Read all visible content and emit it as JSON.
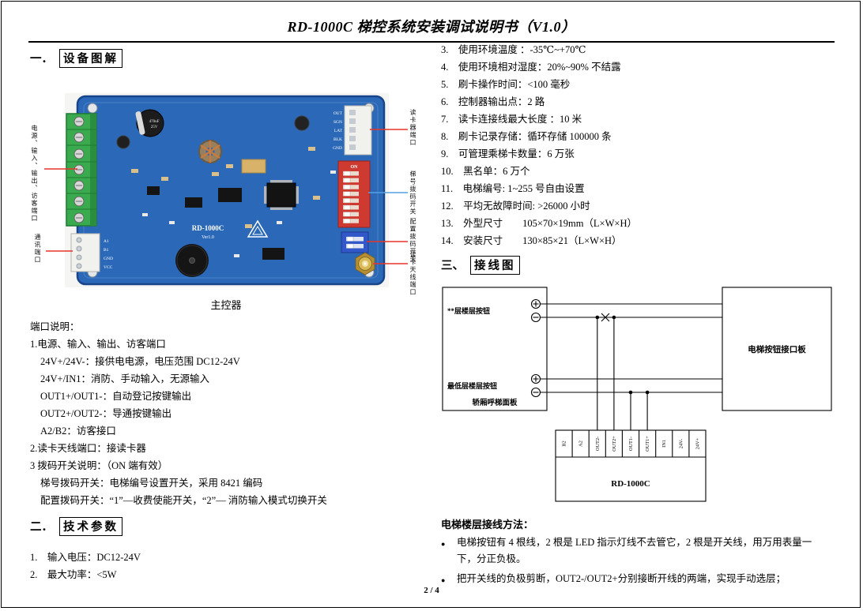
{
  "header": {
    "title": "RD-1000C 梯控系统安装调试说明书（V1.0）"
  },
  "s1": {
    "num": "一．",
    "name": "设备图解"
  },
  "s2": {
    "num": "二．",
    "name": "技术参数"
  },
  "s3": {
    "num": "三、",
    "name": "接线图"
  },
  "board": {
    "caption": "主控器",
    "silk1": "RD-1000C",
    "silk2": "Ver1.0",
    "cap_text": "470uF",
    "cap_volt": "25V",
    "dip_on": "ON",
    "labels": {
      "left_top": "电源、输入、输出、访客端口",
      "left_bottom": "通讯端口",
      "right_top": "读卡器端口",
      "right_mid1": "梯号拨码开关",
      "right_mid2": "配置拨码开关",
      "right_bottom": "读卡天线端口"
    },
    "pins_top_right": [
      "OUT",
      "SGN",
      "LAT",
      "BLK",
      "GND"
    ],
    "pins_bottom_left": [
      "A1",
      "B1",
      "GND",
      "VCC"
    ]
  },
  "ports": {
    "title": "端口说明：",
    "l1": "1.电源、输入、输出、访客端口",
    "l2": "24V+/24V-：接供电电源，电压范围 DC12-24V",
    "l3": "24V+/IN1：消防、手动输入，无源输入",
    "l4": "OUT1+/OUT1-：自动登记按键输出",
    "l5": "OUT2+/OUT2-：导通按键输出",
    "l6": "A2/B2：访客接口",
    "l7": "2.读卡天线端口：接读卡器",
    "l8": "3 拨码开关说明：（ON 端有效）",
    "l9": "梯号拨码开关：电梯编号设置开关，采用 8421 编码",
    "l10": "配置拨码开关：“1”—收费使能开关，“2”— 消防输入模式切换开关"
  },
  "tech": {
    "left": [
      "1.　输入电压：DC12-24V",
      "2.　最大功率：<5W"
    ],
    "right": [
      "3.　使用环境温度 ：-35℃~+70℃",
      "4.　使用环境相对湿度：20%~90% 不结露",
      "5.　刷卡操作时间：<100 毫秒",
      "6.　控制器输出点：2 路",
      "7.　读卡连接线最大长度 ：10 米",
      "8.　刷卡记录存储：循环存储 100000 条",
      "9.　可管理乘梯卡数量：6 万张",
      "10.　黑名单：6 万个",
      "11.　电梯编号: 1~255 号自由设置",
      "12.　平均无故障时间: >26000 小时",
      "13.　外型尺寸　　105×70×19mm（L×W×H）",
      "14.　安装尺寸　　130×85×21（L×W×H）"
    ]
  },
  "diagram": {
    "top_button_label": "**层楼层按钮",
    "bottom_button_label": "最低层楼层按钮",
    "panel_label": "轿厢呼梯面板",
    "interface_board_label": "电梯按钮接口板",
    "controller_label": "RD-1000C",
    "terminals": [
      "B2",
      "A2",
      "OUT2-",
      "OUT2+",
      "OUT1-",
      "OUT1+",
      "IN1",
      "24V-",
      "24V+"
    ]
  },
  "wiring": {
    "title": "电梯楼层接线方法：",
    "marker": "●",
    "b1": "电梯按钮有 4 根线，2 根是 LED 指示灯线不去管它，2 根是开关线，用万用表量一下，分正负极。",
    "b2": "把开关线的负极剪断，OUT2-/OUT2+分别接断开线的两端，实现手动选层；"
  },
  "footer": {
    "page": "2 / 4"
  }
}
